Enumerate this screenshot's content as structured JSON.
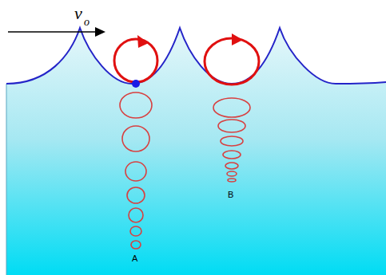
{
  "diagram": {
    "labels": [
      "v",
      "o",
      "A",
      "B"
    ]
  }
}
